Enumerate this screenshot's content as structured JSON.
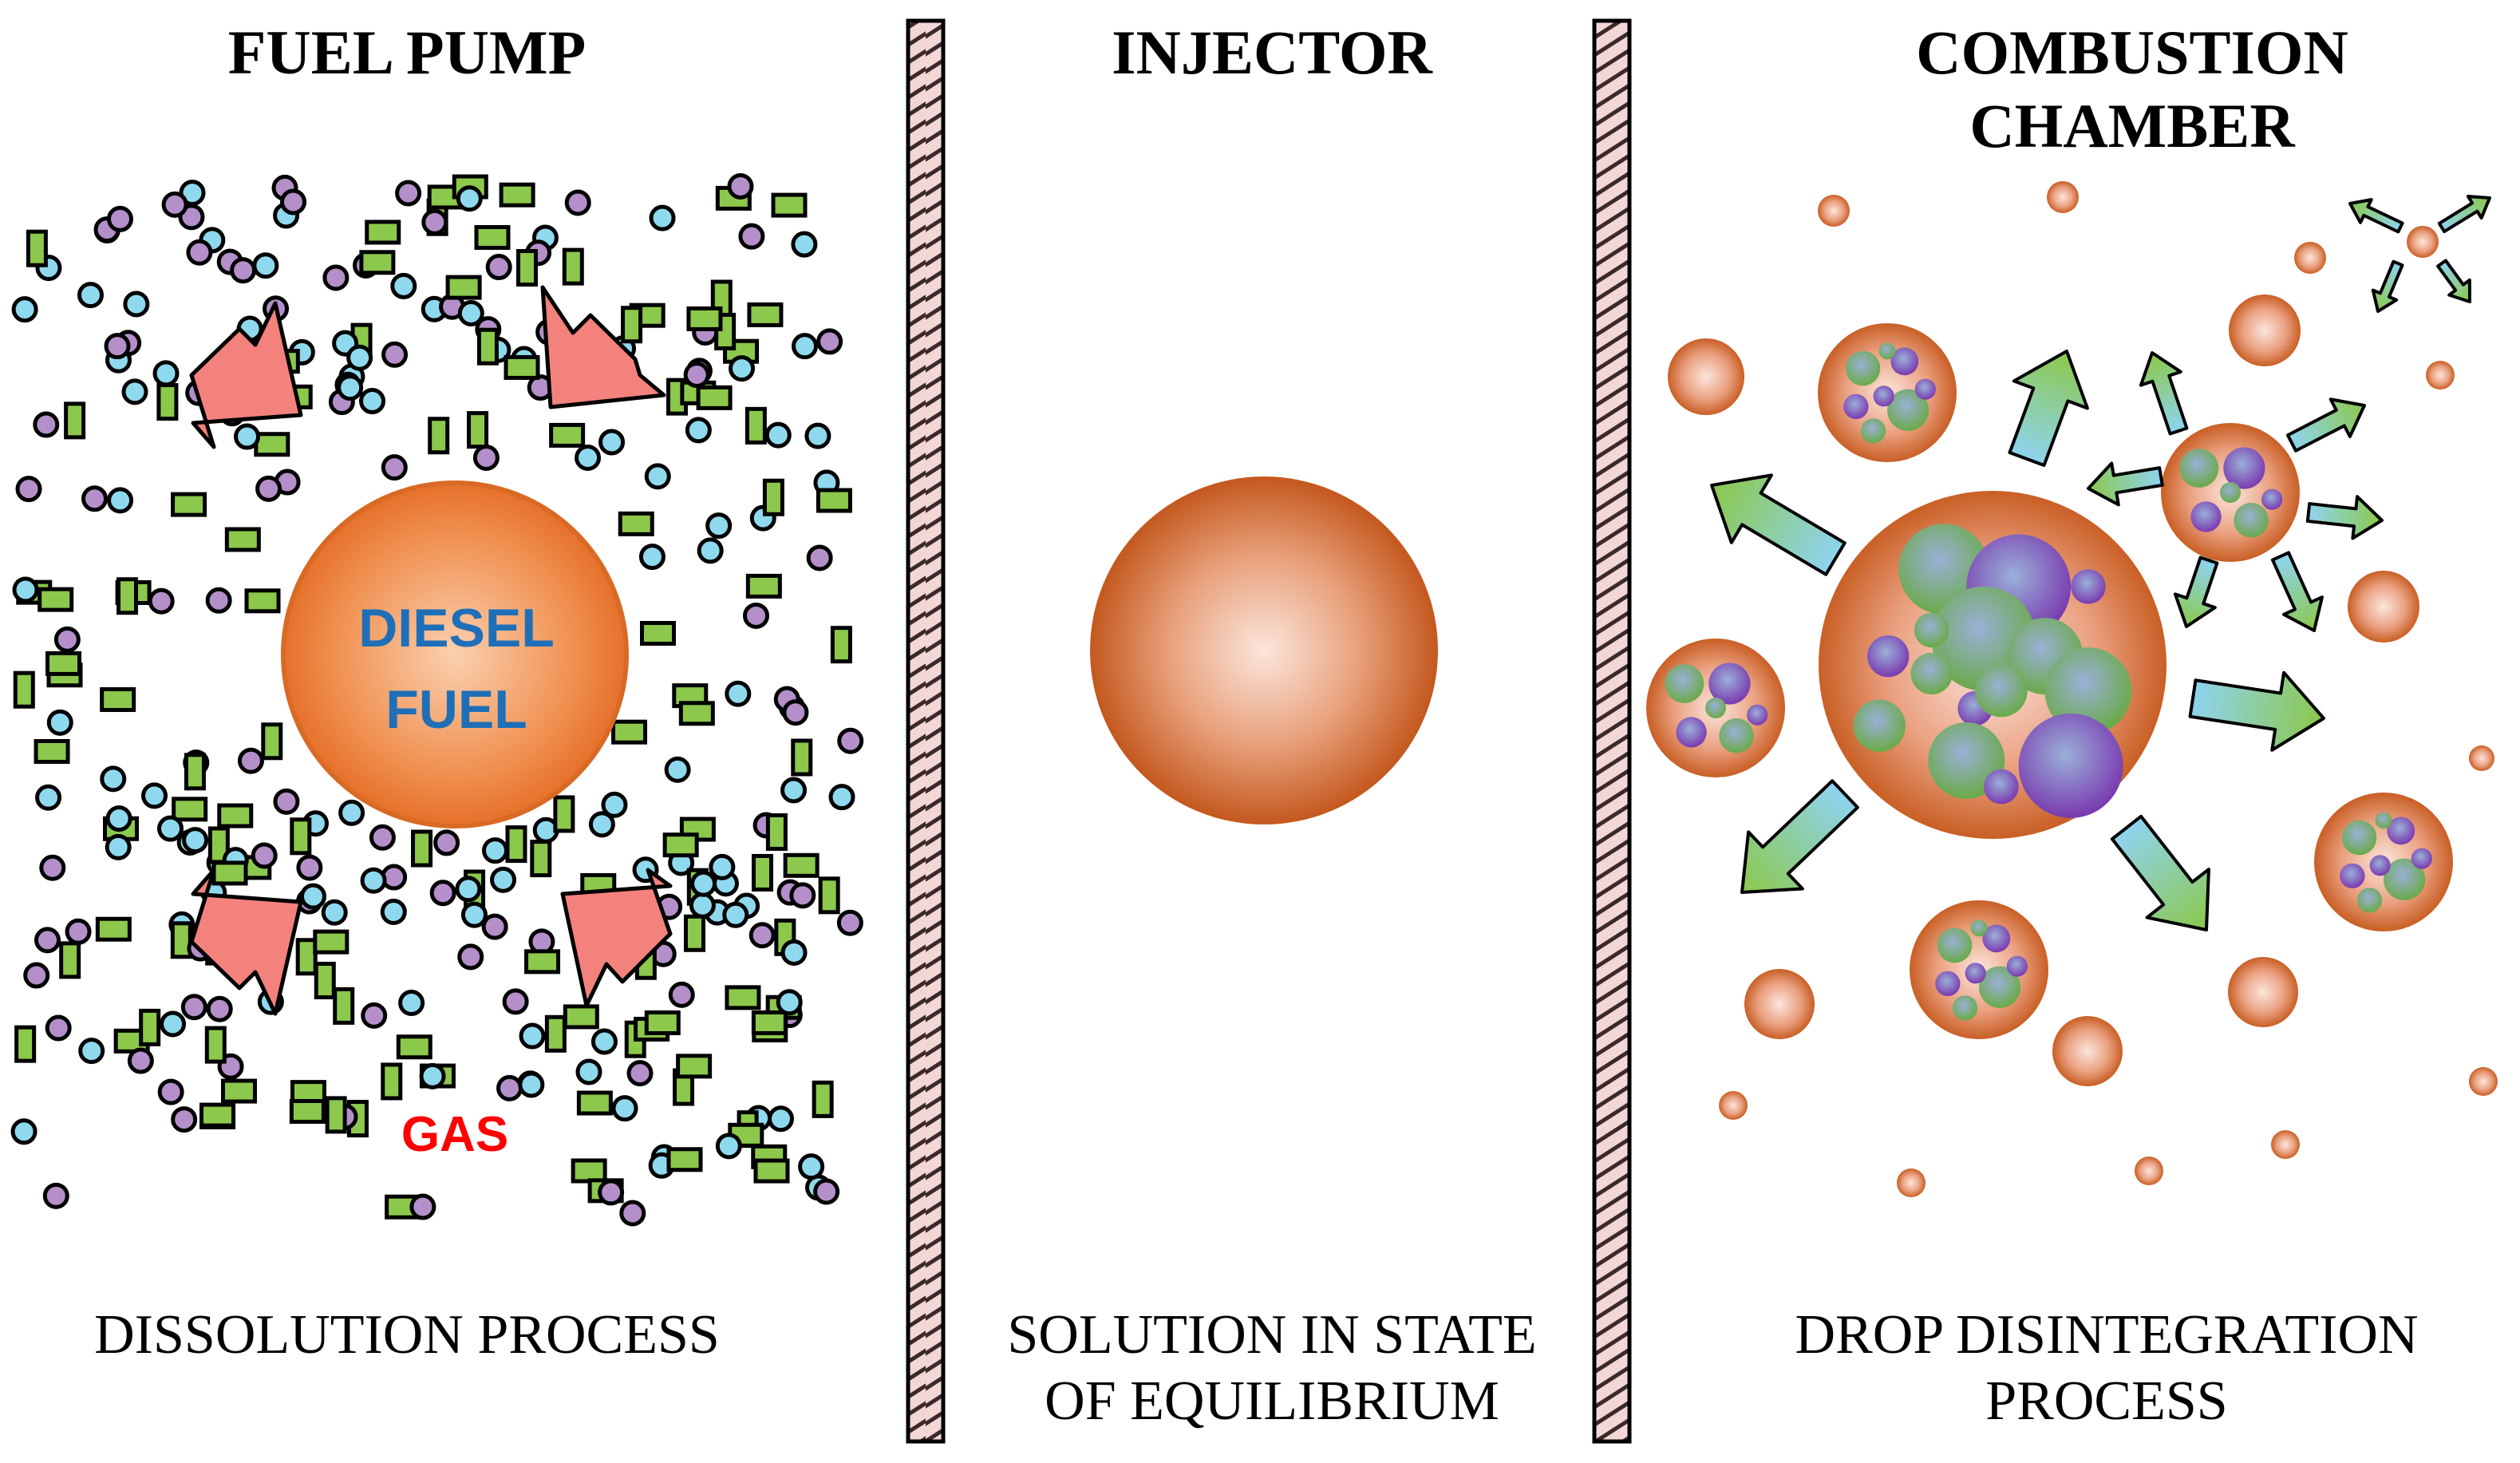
{
  "panels": {
    "fuel_pump": {
      "title": "FUEL PUMP",
      "caption": "DISSOLUTION PROCESS",
      "drop_label_line1": "DIESEL",
      "drop_label_line2": "FUEL",
      "gas_label": "GAS"
    },
    "injector": {
      "title": "INJECTOR",
      "caption_line1": "SOLUTION IN STATE",
      "caption_line2": "OF EQUILIBRIUM"
    },
    "combustion_chamber": {
      "title_line1": "COMBUSTION",
      "title_line2": "CHAMBER",
      "caption_line1": "DROP DISINTEGRATION",
      "caption_line2": "PROCESS"
    }
  },
  "colors": {
    "fuel_orange": "#e8782d",
    "drop_brown": "#c95f25",
    "gas_cyan": "#8fd9ee",
    "gas_purple": "#b48fc9",
    "gas_green_rect": "#8cc84b",
    "pressure_arrow": "#f4827c",
    "diesel_text": "#1f6fb8",
    "gas_text": "#ff0000",
    "hatch_pink": "#f3d6d6"
  }
}
